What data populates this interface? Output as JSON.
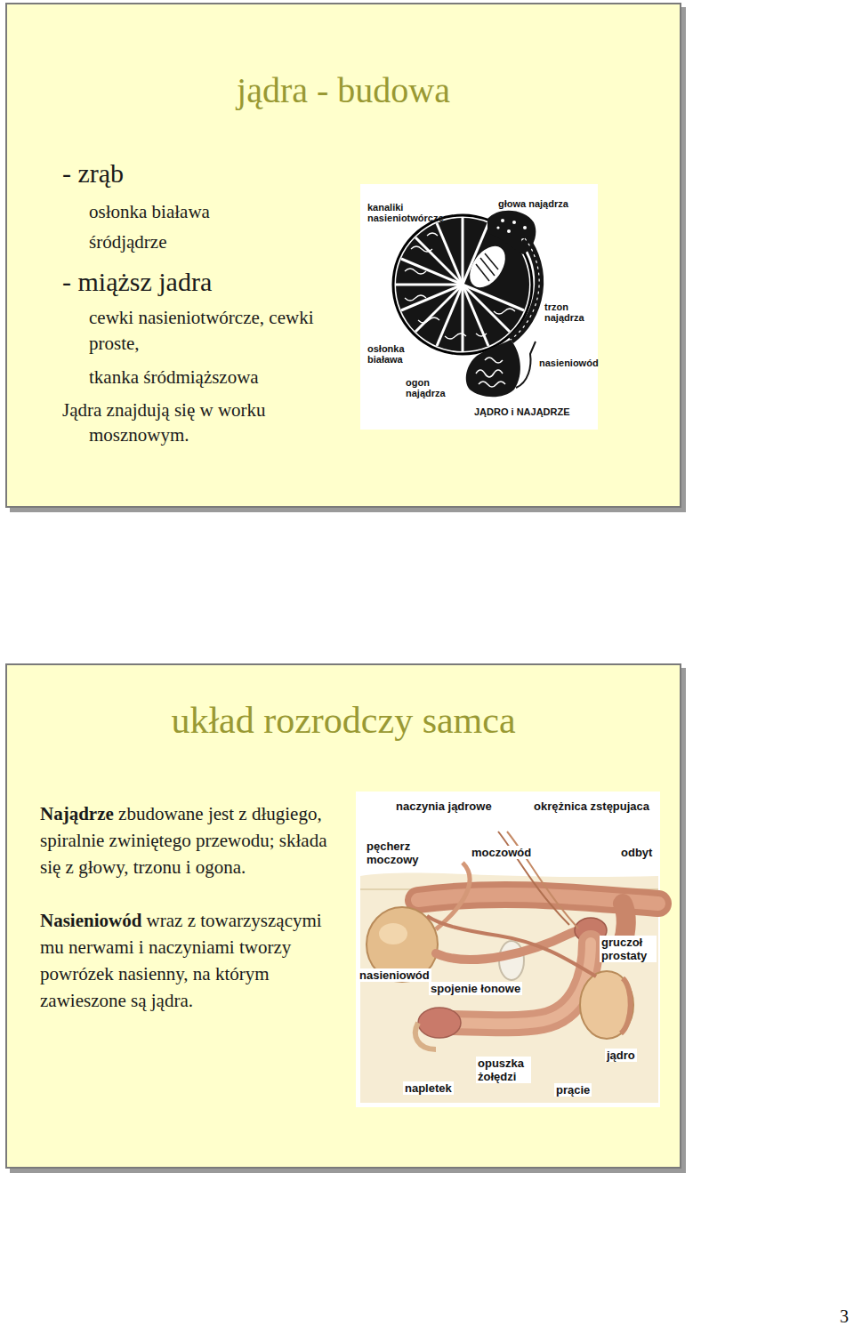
{
  "diagram": {
    "nodes": [
      {
        "text": [
          "jądra - budowa",
          "- zrąb",
          "osłonka biaława",
          "śródjądrze",
          "- miąższ jadra",
          "cewki nasieniotwórcze, cewki proste,",
          "tkanka śródmiąższowa",
          "Jądra znajdują się w worku mosznowym."
        ]
      },
      {
        "text": [
          "układ rozrodczy samca",
          "Najądrze",
          "zbudowane jest z długiego, spiralnie zwiniętego przewodu; składa się z głowy, trzonu i ogona.",
          "Nasieniowód",
          "wraz z towarzyszącymi mu nerwami i naczyniami tworzy powrózek nasienny, na którym zawieszone są jądra."
        ]
      }
    ],
    "labels": [
      "kanaliki nasieniotwórcze",
      "głowa najądrza",
      "trzon najądrza",
      "osłonka biaława",
      "nasieniowód",
      "ogon najądrza",
      "JĄDRO i NAJĄDRZE",
      "naczynia jądrowe",
      "okrężnica zstępujaca",
      "pęcherz moczowy",
      "moczowód",
      "odbyt",
      "gruczoł prostaty",
      "nasieniowód",
      "spojenie łonowe",
      "jądro",
      "opuszka żołędzi",
      "napletek",
      "prącie",
      "3"
    ]
  }
}
